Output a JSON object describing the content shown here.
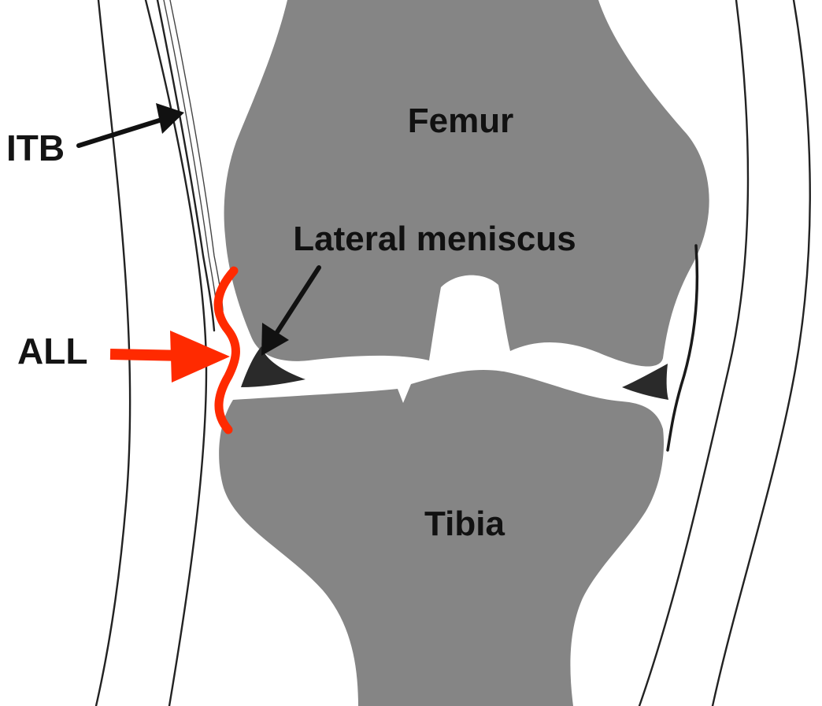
{
  "diagram": {
    "labels": {
      "femur": "Femur",
      "tibia": "Tibia",
      "lateral_meniscus": "Lateral meniscus",
      "itb": "ITB",
      "all": "ALL"
    },
    "colors": {
      "bone": "#858585",
      "meniscus": "#2a2a2a",
      "ligament_highlight": "#ff2a00",
      "outline": "#222222",
      "background": "#ffffff"
    }
  }
}
